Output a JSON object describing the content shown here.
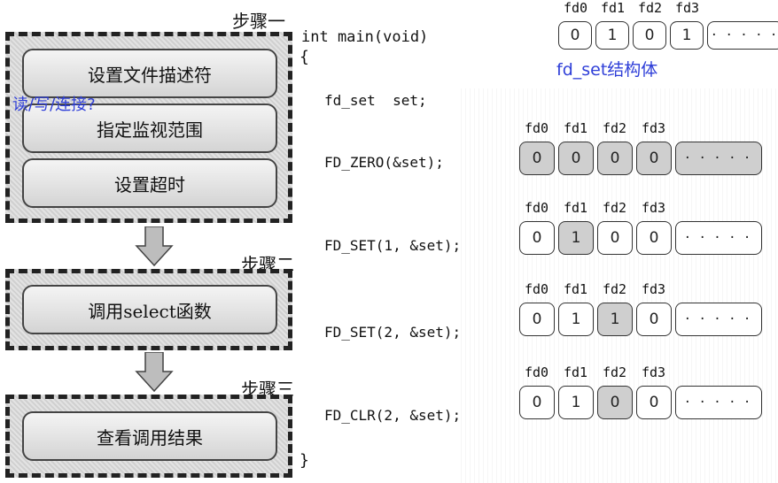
{
  "steps": [
    {
      "label": "步骤一",
      "items": [
        "设置文件描述符",
        "指定监视范围",
        "设置超时"
      ]
    },
    {
      "label": "步骤二",
      "items": [
        "调用select函数"
      ]
    },
    {
      "label": "步骤三",
      "items": [
        "查看调用结果"
      ]
    }
  ],
  "annotation": "读/写/连接?",
  "code": {
    "header": "int main(void)",
    "open_brace": "{",
    "close_brace": "}",
    "lines": [
      "fd_set  set;",
      "FD_ZERO(&set);",
      "FD_SET(1, &set);",
      "FD_SET(2, &set);",
      "FD_CLR(2, &set);"
    ]
  },
  "fd_set_caption": "fd_set结构体",
  "fd_labels": [
    "fd0",
    "fd1",
    "fd2",
    "fd3"
  ],
  "ellipsis": "· · · · ·",
  "bitsets": [
    {
      "values": [
        "0",
        "1",
        "0",
        "1"
      ],
      "highlight": []
    },
    {
      "values": [
        "0",
        "0",
        "0",
        "0"
      ],
      "highlight": [
        0,
        1,
        2,
        3,
        4
      ]
    },
    {
      "values": [
        "0",
        "1",
        "0",
        "0"
      ],
      "highlight": [
        1
      ]
    },
    {
      "values": [
        "0",
        "1",
        "1",
        "0"
      ],
      "highlight": [
        2
      ]
    },
    {
      "values": [
        "0",
        "1",
        "0",
        "0"
      ],
      "highlight": [
        2
      ]
    }
  ],
  "colors": {
    "annotation": "#2f3fd8",
    "highlight": "#cfcfcf"
  }
}
